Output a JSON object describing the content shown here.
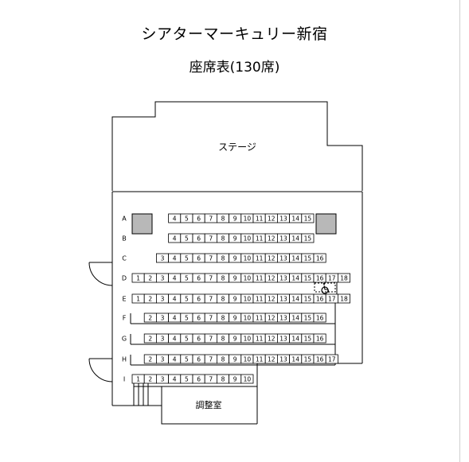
{
  "header": {
    "title": "シアターマーキュリー新宿",
    "subtitle": "座席表(130席)"
  },
  "venue": {
    "stage_label": "ステージ",
    "control_room_label": "調整室",
    "wheelchair_icon": "wheelchair-icon",
    "rows": [
      {
        "label": "A",
        "seats": [
          "4",
          "5",
          "6",
          "7",
          "8",
          "9",
          "10",
          "11",
          "12",
          "13",
          "14",
          "15"
        ]
      },
      {
        "label": "B",
        "seats": [
          "4",
          "5",
          "6",
          "7",
          "8",
          "9",
          "10",
          "11",
          "12",
          "13",
          "14",
          "15"
        ]
      },
      {
        "label": "C",
        "seats": [
          "3",
          "4",
          "5",
          "6",
          "7",
          "8",
          "9",
          "10",
          "11",
          "12",
          "13",
          "14",
          "15",
          "16"
        ]
      },
      {
        "label": "D",
        "seats": [
          "1",
          "2",
          "3",
          "4",
          "5",
          "6",
          "7",
          "8",
          "9",
          "10",
          "11",
          "12",
          "13",
          "14",
          "15",
          "16",
          "17",
          "18"
        ]
      },
      {
        "label": "E",
        "seats": [
          "1",
          "2",
          "3",
          "4",
          "5",
          "6",
          "7",
          "8",
          "9",
          "10",
          "11",
          "12",
          "13",
          "14",
          "15",
          "16",
          "17",
          "18"
        ]
      },
      {
        "label": "F",
        "seats": [
          "2",
          "3",
          "4",
          "5",
          "6",
          "7",
          "8",
          "9",
          "10",
          "11",
          "12",
          "13",
          "14",
          "15",
          "16"
        ]
      },
      {
        "label": "G",
        "seats": [
          "2",
          "3",
          "4",
          "5",
          "6",
          "7",
          "8",
          "9",
          "10",
          "11",
          "12",
          "13",
          "14",
          "15",
          "16"
        ]
      },
      {
        "label": "H",
        "seats": [
          "2",
          "3",
          "4",
          "5",
          "6",
          "7",
          "8",
          "9",
          "10",
          "11",
          "12",
          "13",
          "14",
          "15",
          "16",
          "17"
        ]
      },
      {
        "label": "I",
        "seats": [
          "1",
          "2",
          "3",
          "4",
          "5",
          "6",
          "7",
          "8",
          "9",
          "10"
        ]
      }
    ]
  }
}
